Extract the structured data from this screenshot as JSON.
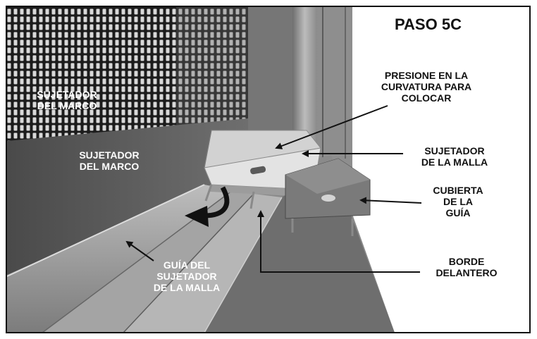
{
  "step_title": "PASO 5C",
  "labels": {
    "frame_clip_top": "SUJETADOR\nDEL MARCO",
    "frame_clip_mid": "SUJETADOR\nDEL MARCO",
    "press_curve": "PRESIONE EN LA\nCURVATURA PARA\nCOLOCAR",
    "screen_clip": "SUJETADOR\nDE LA MALLA",
    "guide_cover": "CUBIERTA\nDE LA\nGUÍA",
    "front_edge": "BORDE\nDELANTERO",
    "screen_clip_guide": "GUÍA DEL\nSUJETADOR\nDE LA MALLA"
  },
  "colors": {
    "wall": "#5d5d5d",
    "mesh_dark": "#1e1e1e",
    "mesh_light": "#d8d8d8",
    "rail": "#9a9a9a",
    "clip": "#cfcfcf",
    "label_dark": "#111111",
    "label_light": "#ffffff"
  },
  "icons": {
    "rotation_arrow": "curved-arrow-icon"
  }
}
